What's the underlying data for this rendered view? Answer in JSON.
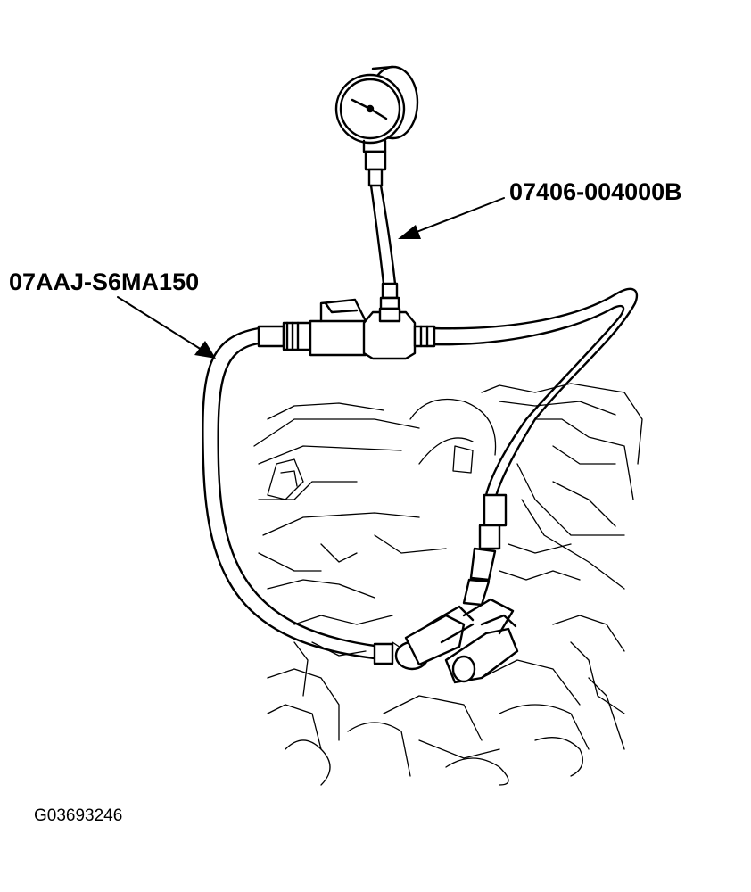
{
  "labels": {
    "gauge_part_number": "07406-004000B",
    "hose_assembly_part_number": "07AAJ-S6MA150",
    "figure_id": "G03693246"
  },
  "colors": {
    "line": "#000000",
    "background": "#ffffff"
  }
}
